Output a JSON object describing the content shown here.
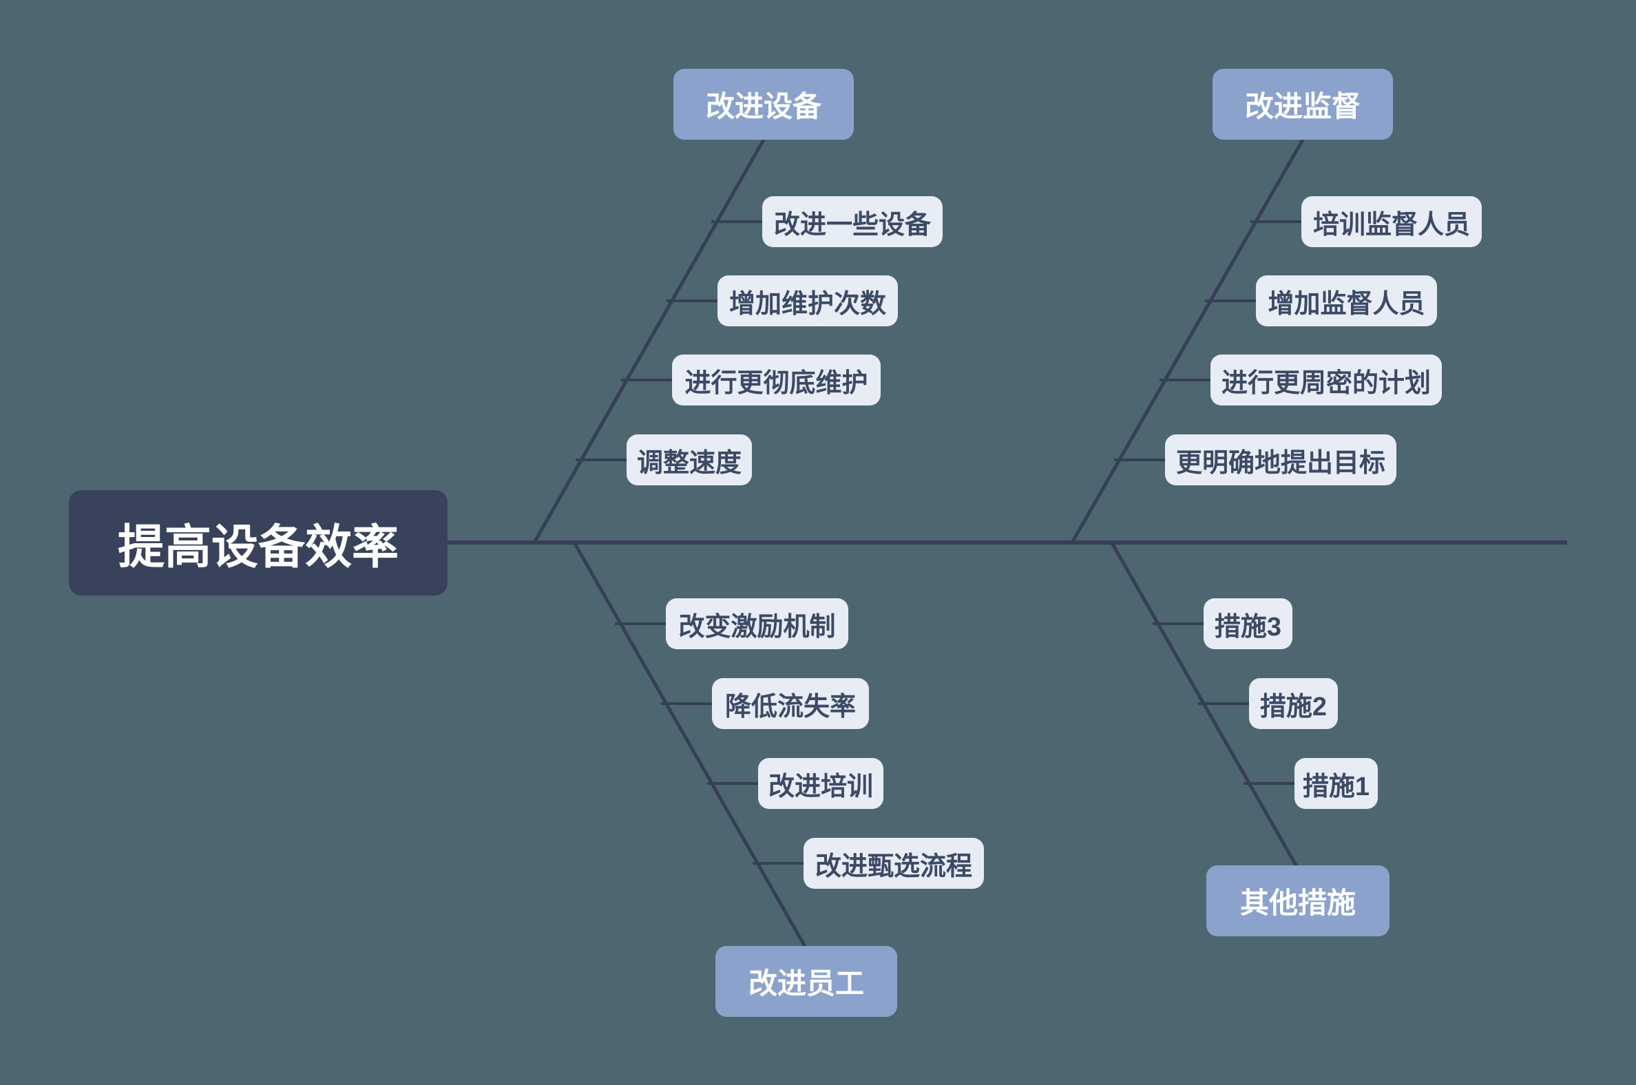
{
  "diagram": {
    "type": "fishbone",
    "root": {
      "label": "提高设备效率"
    },
    "branches": [
      {
        "label": "改进设备",
        "position": "top-left",
        "items": [
          "改进一些设备",
          "增加维护次数",
          "进行更彻底维护",
          "调整速度"
        ]
      },
      {
        "label": "改进监督",
        "position": "top-right",
        "items": [
          "培训监督人员",
          "增加监督人员",
          "进行更周密的计划",
          "更明确地提出目标"
        ]
      },
      {
        "label": "改进员工",
        "position": "bottom-left",
        "items": [
          "改变激励机制",
          "降低流失率",
          "改进培训",
          "改进甄选流程"
        ]
      },
      {
        "label": "其他措施",
        "position": "bottom-right",
        "items": [
          "措施3",
          "措施2",
          "措施1"
        ]
      }
    ],
    "colors": {
      "background": "#4d6670",
      "line": "#353f57",
      "root_fill": "#38425a",
      "category_fill": "#8ba3cc",
      "item_fill": "#e8edf5",
      "item_text": "#3d4a66",
      "light_text": "#ffffff"
    }
  }
}
